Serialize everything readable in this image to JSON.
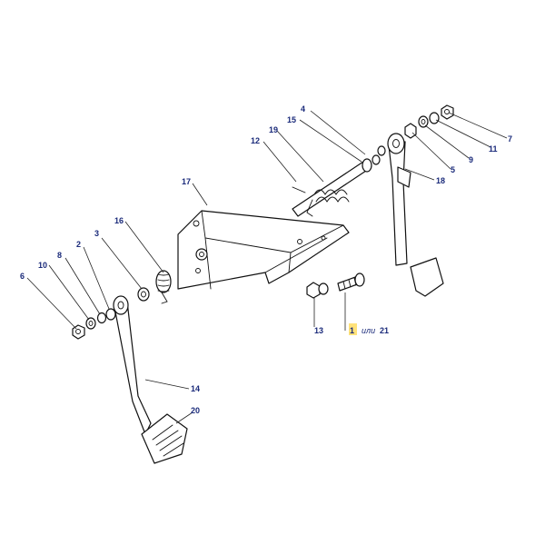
{
  "diagram": {
    "labels": {
      "n1": "1",
      "n2": "2",
      "n3": "3",
      "n4": "4",
      "n5": "5",
      "n6": "6",
      "n7": "7",
      "n8": "8",
      "n9": "9",
      "n10": "10",
      "n11": "11",
      "n12": "12",
      "n13": "13",
      "n14": "14",
      "n15": "15",
      "n16": "16",
      "n17": "17",
      "n18": "18",
      "n19": "19",
      "n20": "20",
      "n21": "21"
    },
    "or_word": "или",
    "colors": {
      "label": "#1a2a7a",
      "highlight": "#ffe27a",
      "line": "#111111"
    }
  }
}
